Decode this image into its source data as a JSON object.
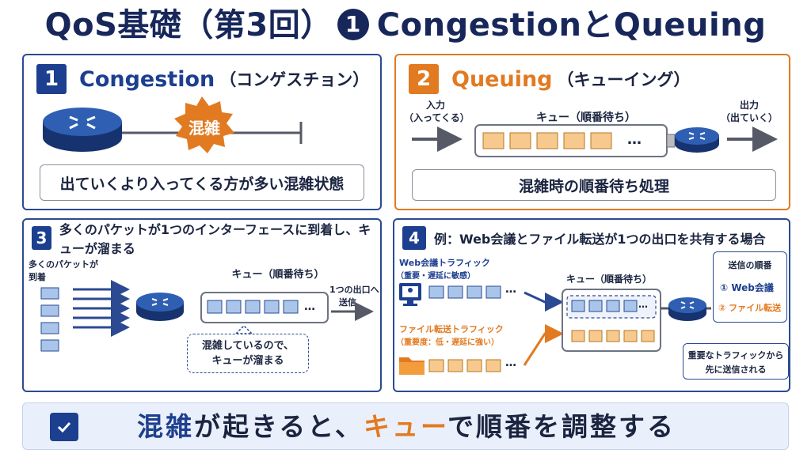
{
  "title": {
    "main": "QoS基礎（第3回）",
    "num": "1",
    "rest": "CongestionとQueuing"
  },
  "panel1": {
    "num": "1",
    "title": "Congestion",
    "subtitle": "（コンゲスチョン）",
    "burst": "混雑",
    "desc": "出ていくより入ってくる方が多い混雑状態"
  },
  "panel2": {
    "num": "2",
    "title": "Queuing",
    "subtitle": "（キューイング）",
    "in_label": "入力",
    "in_sub": "（入ってくる）",
    "queue_label": "キュー（順番待ち）",
    "ellipsis": "…",
    "out_label": "出力",
    "out_sub": "（出ていく）",
    "desc": "混雑時の順番待ち処理"
  },
  "panel3": {
    "num": "3",
    "title": "多くのパケットが1つのインターフェースに到着し、キューが溜まる",
    "arrive1": "多くのパケットが",
    "arrive2": "到着",
    "queue_label": "キュー（順番待ち）",
    "ellipsis": "…",
    "exit1": "1つの出口へ",
    "exit2": "送信",
    "callout1": "混雑しているので、",
    "callout2": "キューが溜まる"
  },
  "panel4": {
    "num": "4",
    "title": "例：Web会議とファイル転送が1つの出口を共有する場合",
    "web_label": "Web会議トラフィック",
    "web_sub": "（重要・遅延に敏感）",
    "file_label": "ファイル転送トラフィック",
    "file_sub": "（重要度：低・遅延に強い）",
    "queue_label": "キュー（順番待ち）",
    "ellipsis": "…",
    "order_title": "送信の順番",
    "order1": "① Web会議",
    "order2": "② ファイル転送",
    "note1": "重要なトラフィックから",
    "note2": "先に送信される"
  },
  "bottom": {
    "part1": "混雑",
    "part2": "が起きると、",
    "part3": "キュー",
    "part4": "で順番を調整する"
  },
  "colors": {
    "navy": "#1d3f8f",
    "orange": "#e27a21",
    "packet_blue": "#a9c5ea",
    "packet_orange": "#f7c98f"
  }
}
